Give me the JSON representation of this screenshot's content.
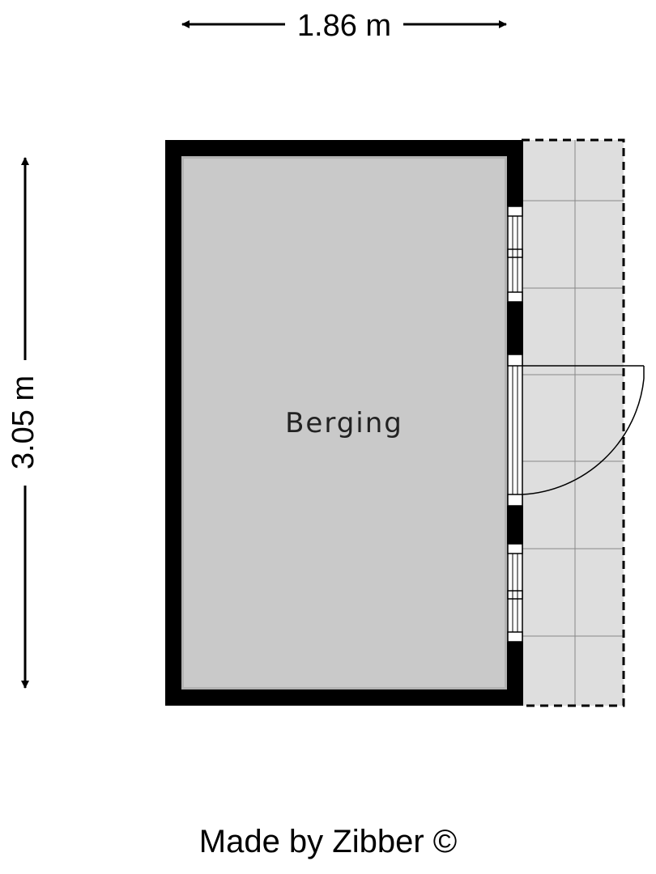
{
  "dimensions": {
    "width_label": "1.86 m",
    "height_label": "3.05 m"
  },
  "room": {
    "name": "Berging"
  },
  "credit": "Made by Zibber ©",
  "colors": {
    "wall": "#000000",
    "floor": "#cccccc",
    "terrace": "#dedede",
    "grid_line": "#888888"
  }
}
